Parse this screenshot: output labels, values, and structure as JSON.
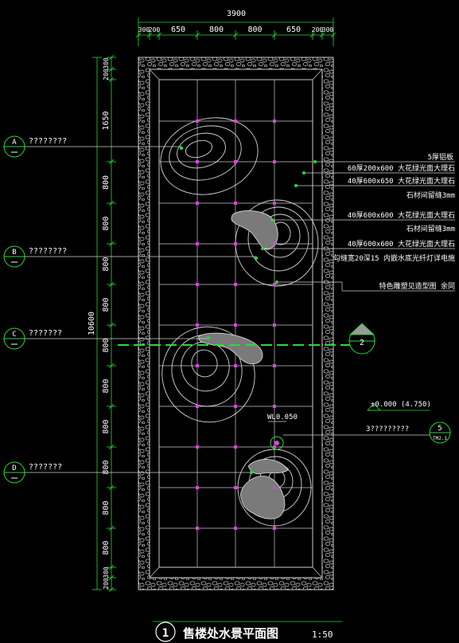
{
  "dims_top": {
    "total": "3900",
    "segments": [
      "300",
      "200",
      "650",
      "800",
      "800",
      "650",
      "200",
      "300"
    ]
  },
  "dims_left": {
    "total": "10600",
    "segments": [
      "300",
      "200",
      "1650",
      "800",
      "800",
      "800",
      "800",
      "800",
      "800",
      "800",
      "800",
      "800",
      "800",
      "300",
      "200"
    ]
  },
  "callouts_left": [
    {
      "tag": "A",
      "text": "????????"
    },
    {
      "tag": "B",
      "text": "????????"
    },
    {
      "tag": "C",
      "text": "???????"
    },
    {
      "tag": "D",
      "text": "???????"
    }
  ],
  "callouts_right": [
    "5厚铝板",
    "60厚200x600  大花绿光面大理石",
    "40厚600x650  大花绿光面大理石",
    "石材间留缝3mm",
    "40厚600x600  大花绿光面大理石",
    "石材间留缝3mm",
    "40厚600x600  大花绿光面大理石",
    "勾缝宽20深15  内嵌水底光纤灯详电施",
    "特色雕塑见造型图  余同"
  ],
  "section_marker": {
    "number": "2"
  },
  "elevation": {
    "label": "±0.000 (4.750)",
    "wl": "WL0.050",
    "note": "3?????????"
  },
  "detail_marker": {
    "number": "5",
    "sheet": "TM2.1"
  },
  "title": {
    "number": "1",
    "text": "售楼处水景平面图",
    "scale": "1:50"
  }
}
